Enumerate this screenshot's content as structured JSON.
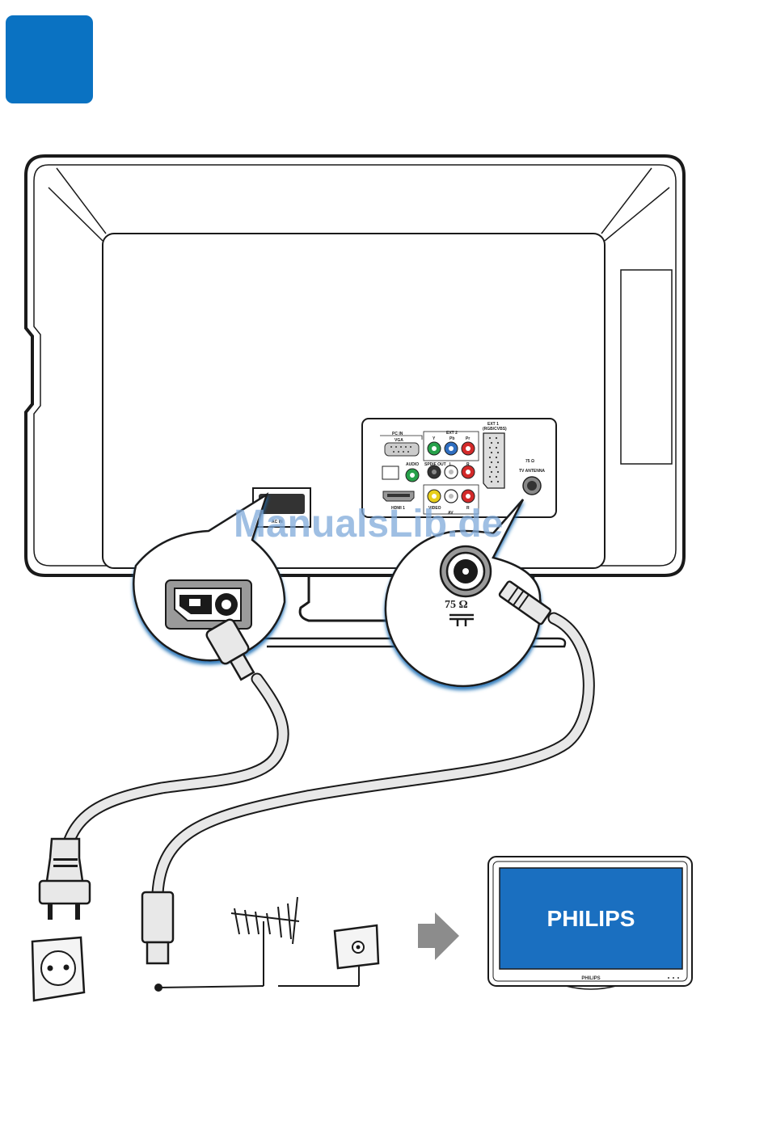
{
  "page": {
    "background": "#ffffff",
    "accent": "#0a72c2",
    "callout_border": "#1d6fb6"
  },
  "panel_labels": {
    "pc_in": "PC IN",
    "vga": "VGA",
    "ext2": "EXT 2",
    "y": "Y",
    "pb": "Pb",
    "pr": "Pr",
    "ext1": "EXT 1",
    "rgb_cvbs": "(RGB/CVBS)",
    "spdif_out": "SPDIF OUT",
    "audio_in": "AUDIO",
    "l": "L",
    "r": "R",
    "hdmi1": "HDMI 1",
    "video": "VIDEO",
    "av": "AV",
    "ohm_small": "75 Ω",
    "tv_antenna": "TV ANTENNA"
  },
  "power_label": "AC IN",
  "antenna_callout": {
    "ohm": "75 Ω"
  },
  "monitor": {
    "screen_brand": "PHILIPS",
    "bezel_brand": "PHILIPS",
    "screen_color": "#1a6fc0"
  },
  "watermark": "ManualsLib.de",
  "icons": [
    "power-socket-icon",
    "antenna-socket-icon",
    "arrow-right-icon",
    "wall-outlet-icon",
    "rooftop-antenna-icon"
  ]
}
